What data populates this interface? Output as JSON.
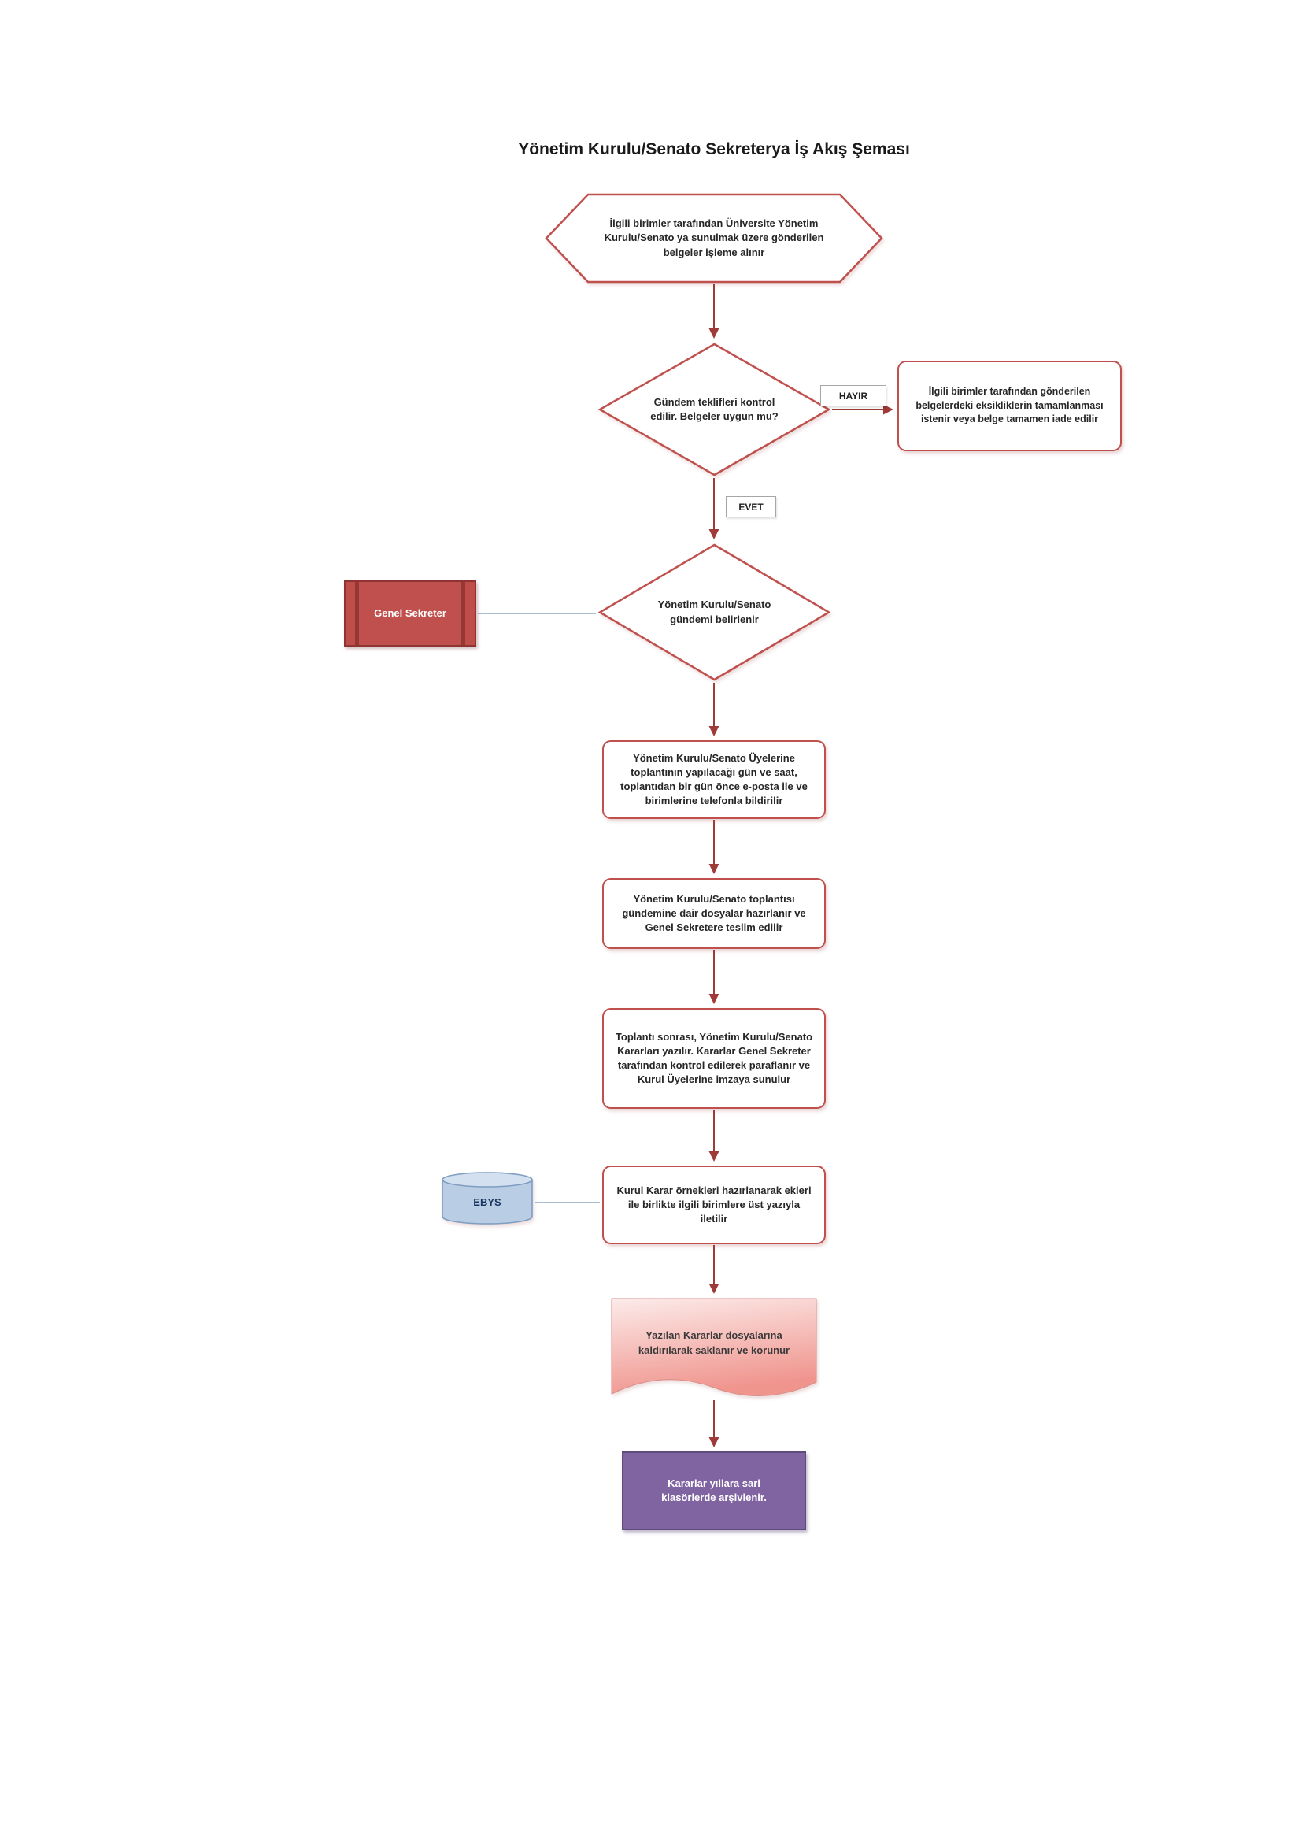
{
  "title": "Yönetim Kurulu/Senato Sekreterya İş Akış Şeması",
  "labels": {
    "no": "HAYIR",
    "yes": "EVET"
  },
  "nodes": {
    "start": {
      "text": "İlgili birimler tarafından Üniversite Yönetim Kurulu/Senato ya sunulmak üzere gönderilen belgeler işleme alınır"
    },
    "decision_check": {
      "text": "Gündem teklifleri kontrol edilir. Belgeler uygun mu?"
    },
    "return_docs": {
      "text": "İlgili birimler tarafından gönderilen belgelerdeki eksikliklerin tamamlanması istenir veya belge tamamen iade edilir"
    },
    "decision_agenda": {
      "text": "Yönetim Kurulu/Senato gündemi belirlenir"
    },
    "genel_sekreter": {
      "text": "Genel Sekreter"
    },
    "notify": {
      "text": "Yönetim Kurulu/Senato Üyelerine toplantının yapılacağı gün ve saat, toplantıdan bir gün önce e-posta ile ve birimlerine telefonla bildirilir"
    },
    "prepare_files": {
      "text": "Yönetim Kurulu/Senato toplantısı gündemine dair dosyalar hazırlanır ve Genel Sekretere teslim edilir"
    },
    "write_decisions": {
      "text": "Toplantı sonrası, Yönetim Kurulu/Senato Kararları yazılır. Kararlar Genel Sekreter tarafından kontrol edilerek paraflanır ve Kurul Üyelerine imzaya sunulur"
    },
    "ebys": {
      "text": "EBYS"
    },
    "send_copies": {
      "text": "Kurul Karar örnekleri hazırlanarak ekleri ile birlikte ilgili birimlere üst yazıyla iletilir"
    },
    "store": {
      "text": "Yazılan Kararlar dosyalarına kaldırılarak saklanır ve korunur"
    },
    "archive": {
      "text": "Kararlar yıllara sari klasörlerde arşivlenir."
    }
  },
  "colors": {
    "shape_border": "#C0504D",
    "arrow": "#9E3A38",
    "process_fill": "#C0504D",
    "connector_line": "#8EA9C4",
    "cylinder_fill": "#B9CDE5",
    "cylinder_stroke": "#7E9DC0",
    "document_fill_start": "#FCEBEA",
    "document_fill_end": "#F0958E",
    "archive_fill": "#8064A2",
    "archive_border": "#5F4A7D"
  }
}
